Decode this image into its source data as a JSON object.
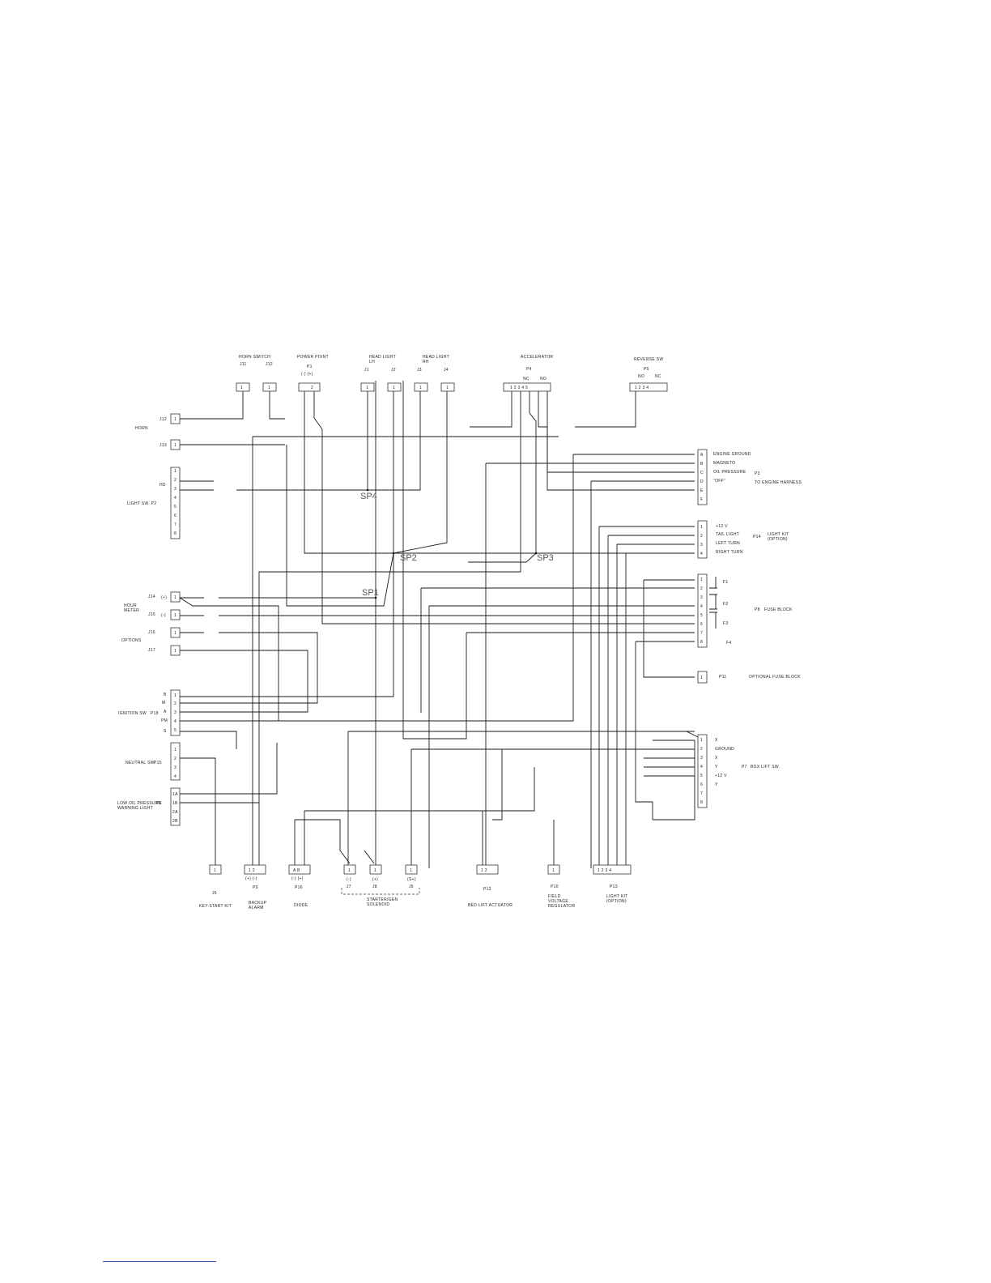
{
  "diagram": {
    "top_labels": {
      "horn_switch": "HORN SWITCH",
      "power_point": "POWER POINT",
      "head_light_lh": "HEAD LIGHT\nLH",
      "head_light_rh": "HEAD LIGHT\nRH",
      "accelerator": "ACCELERATOR",
      "reverse_sw": "REVERSE SW"
    },
    "top_refs": {
      "j11": "J11",
      "j12": "J12",
      "p1": "P1",
      "p1_polarity": "(-)  (+)",
      "j1": "J1",
      "j2": "J2",
      "j3": "J3",
      "j4": "J4",
      "p4": "P4",
      "acc_nc": "NC",
      "acc_no": "NO",
      "p5": "P5",
      "rev_no": "NO",
      "rev_nc": "NC"
    },
    "splices": {
      "sp1": "SP1",
      "sp2": "SP2",
      "sp3": "SP3",
      "sp4": "SP4"
    },
    "left_labels": {
      "horn": "HORN",
      "light_sw": "LIGHT SW. P2",
      "hd": "HD",
      "hour_meter": "HOUR\nMETER",
      "options": "OPTIONS",
      "ignition_sw": "IGNITION SW",
      "p18": "P18",
      "neutral_sw": "NEUTRAL SW",
      "p15": "P15",
      "low_oil": "LOW OIL PRESSURE\nWARNING LIGHT",
      "p6": "P6",
      "j2_ref": "J12",
      "j3_ref": "J13",
      "j4_ref": "J14",
      "j5_ref": "J15",
      "j6_ref": "J16",
      "j7_ref": "J17",
      "plus": "(+)",
      "minus": "(-)"
    },
    "right_labels": {
      "p3": "P3",
      "to_engine": "TO ENGINE HARNESS",
      "engine_ground": "ENGINE GROUND",
      "magneto": "MAGNETO",
      "oil_pressure": "OIL PRESSURE",
      "off": "\"OFF\"",
      "p14": "P14",
      "light_kit_opt": "LIGHT KIT\n(OPTION)",
      "plus12v": "+12 V",
      "tail_light": "TAIL LIGHT",
      "left_turn": "LEFT TURN",
      "right_turn": "RIGHT TURN",
      "f1": "F1",
      "f2": "F2",
      "f3": "F3",
      "f4": "F4",
      "p8": "P8",
      "fuse_block": "FUSE BLOCK",
      "p11": "P11",
      "optional_fuse_block": "OPTIONAL FUSE BLOCK",
      "p7": "P7",
      "box_lift_sw": "BOX LIFT SW.",
      "x1": "X",
      "ground": "GROUND",
      "x2": "X",
      "y1": "Y",
      "plus12v_b": "+12 V",
      "y2": "Y"
    },
    "bottom_labels": {
      "j5": "J5",
      "key_start_kit": "KEY-START KIT",
      "p9": "P9",
      "backup_alarm": "BACKUP\nALARM",
      "p9_polarity": "(+)  (-)",
      "p16": "P16",
      "diode": "DIODE",
      "diode_pins": "(-)  (+)",
      "j7": "J7",
      "j8": "J8",
      "j9": "J9",
      "j7_pol": "(-)",
      "j8_pol": "(+)",
      "j9_pol": "(S+)",
      "starter_gen_solenoid": "STARTER/GEN\nSOLENOID",
      "p12": "P12",
      "bed_lift_actuator": "BED LIFT ACTUATOR",
      "p10": "P10",
      "field_voltage_regulator": "FIELD\nVOLTAGE\nREGULATOR",
      "p13": "P13",
      "light_kit_optional": "LIGHT KIT\n(OPTION)"
    }
  }
}
